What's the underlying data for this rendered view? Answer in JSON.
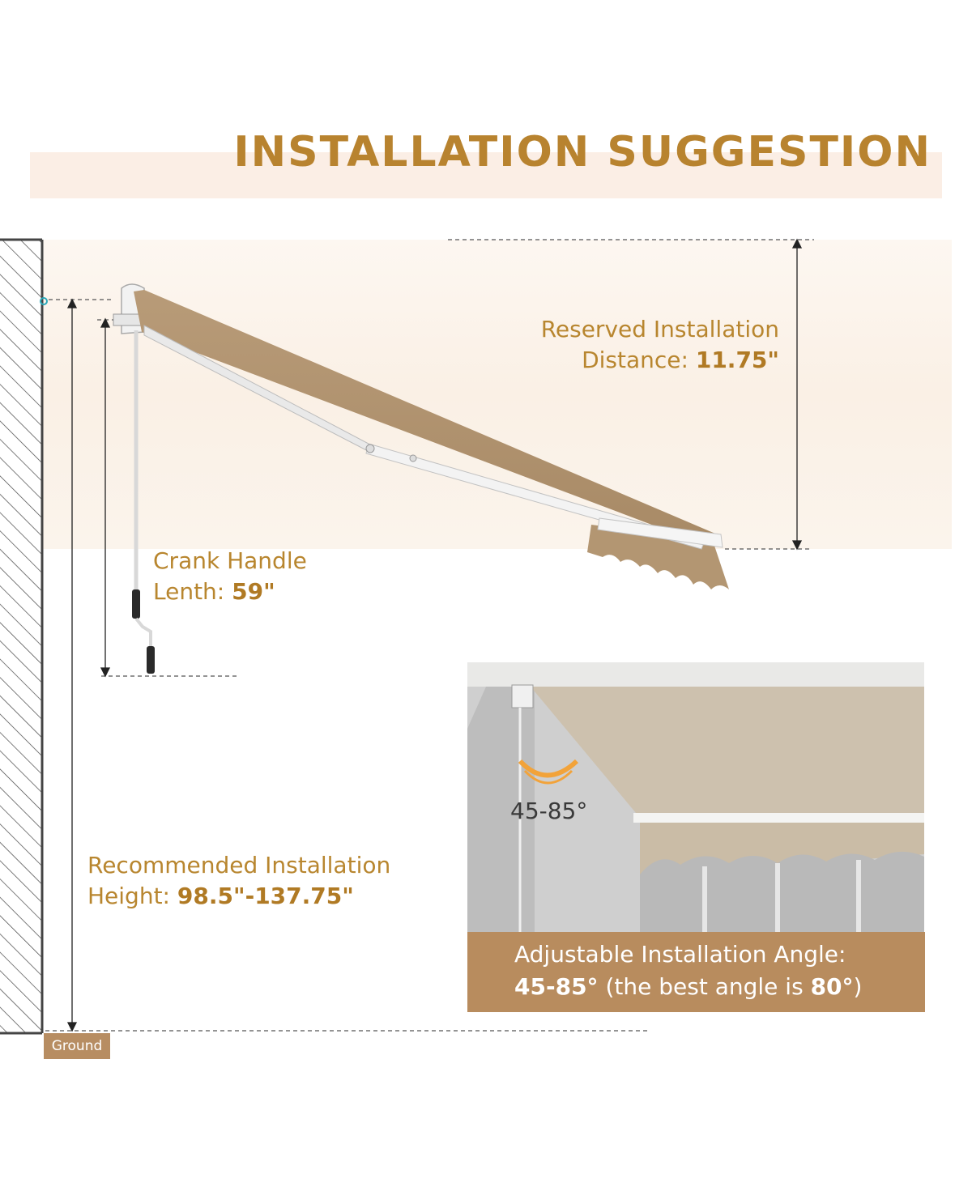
{
  "title": "INSTALLATION SUGGESTION",
  "reserved": {
    "line1": "Reserved Installation",
    "line2_prefix": "Distance:",
    "value": "11.75\""
  },
  "crank": {
    "line1": "Crank Handle",
    "line2_prefix": "Lenth:",
    "value": "59\""
  },
  "height": {
    "line1": "Recommended Installation",
    "line2_prefix": "Height:",
    "value": "98.5\"-137.75\""
  },
  "ground_label": "Ground",
  "angle_photo": {
    "overlay_angle": "45-85°",
    "caption_line1": "Adjustable Installation Angle:",
    "caption_range": "45-85°",
    "caption_mid": "(the best angle is",
    "caption_best": "80°",
    "caption_end": ")"
  },
  "colors": {
    "accent": "#b8832f",
    "awning": "#b59a78",
    "caption_bg": "#b88c5e",
    "band": "#fbeee5"
  }
}
